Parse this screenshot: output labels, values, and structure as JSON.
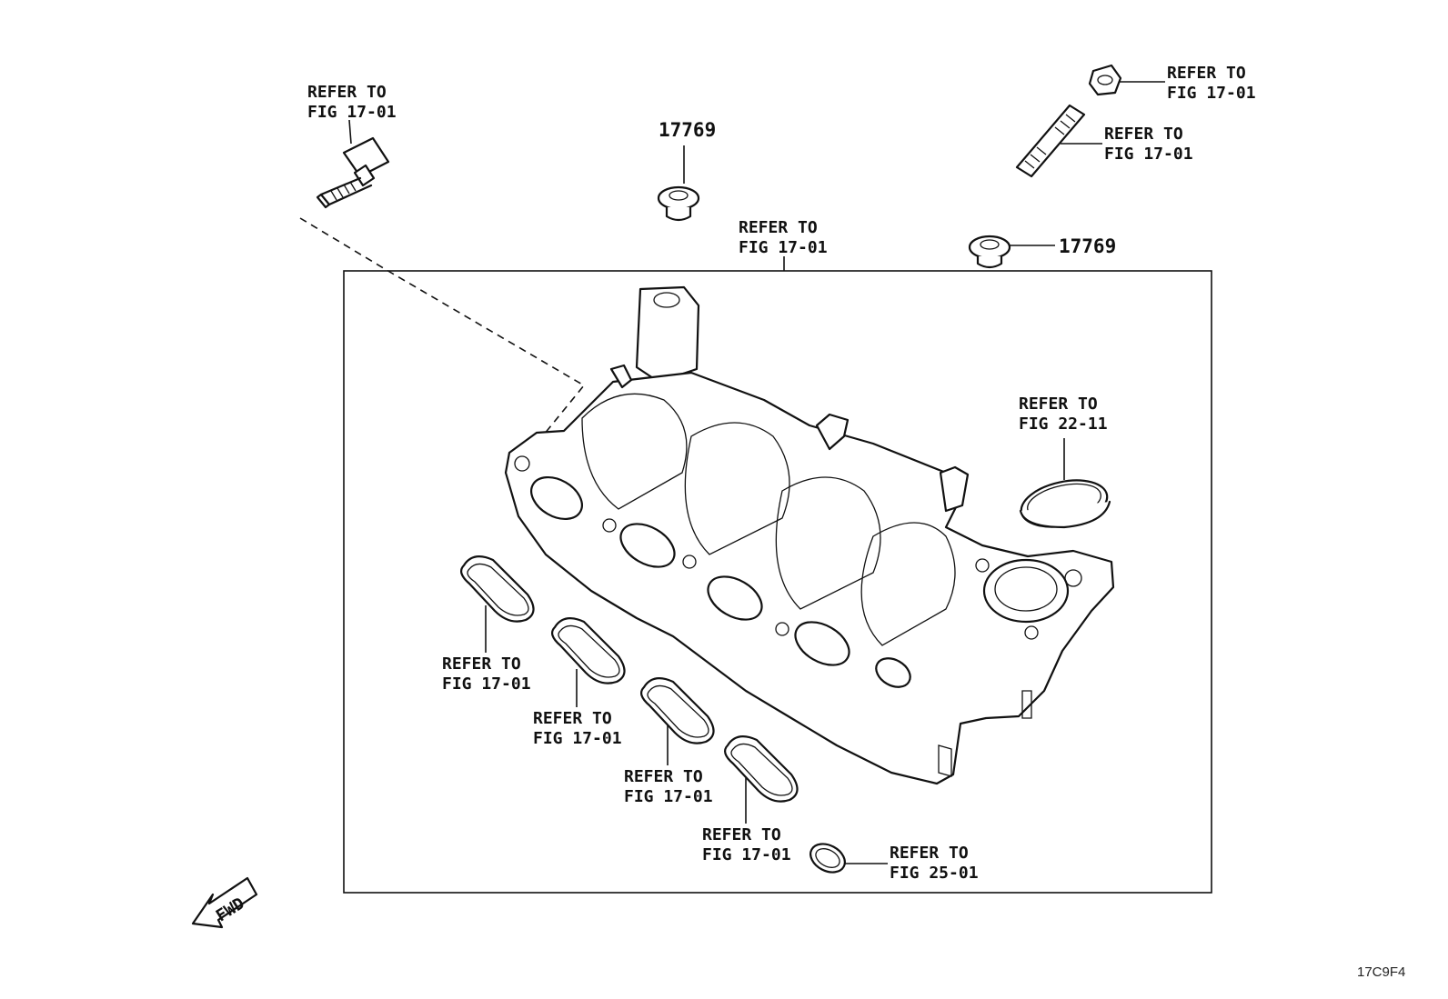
{
  "diagram": {
    "callouts": [
      {
        "id": "bolt-left",
        "line1": "REFER TO",
        "line2": "FIG 17-01"
      },
      {
        "id": "nut-top-right",
        "line1": "REFER TO",
        "line2": "FIG 17-01"
      },
      {
        "id": "stud-top-right",
        "line1": "REFER TO",
        "line2": "FIG 17-01"
      },
      {
        "id": "manifold",
        "line1": "REFER TO",
        "line2": "FIG 17-01"
      },
      {
        "id": "oring-large",
        "line1": "REFER TO",
        "line2": "FIG 22-11"
      },
      {
        "id": "gasket-1",
        "line1": "REFER TO",
        "line2": "FIG 17-01"
      },
      {
        "id": "gasket-2",
        "line1": "REFER TO",
        "line2": "FIG 17-01"
      },
      {
        "id": "gasket-3",
        "line1": "REFER TO",
        "line2": "FIG 17-01"
      },
      {
        "id": "gasket-4",
        "line1": "REFER TO",
        "line2": "FIG 17-01"
      },
      {
        "id": "oring-small",
        "line1": "REFER TO",
        "line2": "FIG 25-01"
      }
    ],
    "part_numbers": [
      "17769",
      "17769"
    ],
    "fwd_label": "FWD",
    "figure_code": "17C9F4"
  }
}
